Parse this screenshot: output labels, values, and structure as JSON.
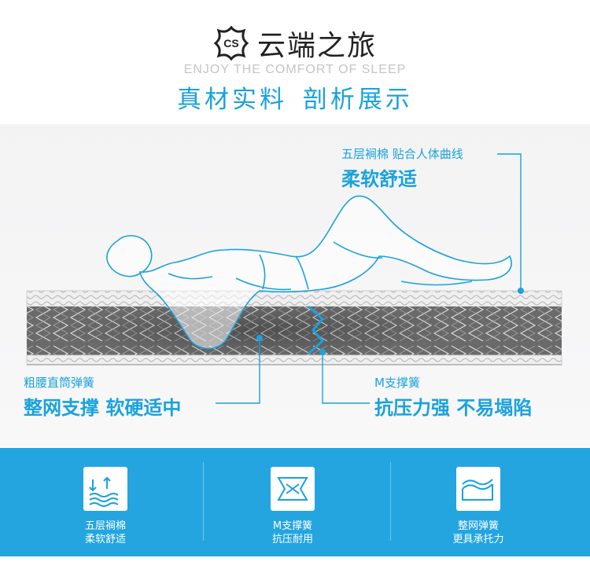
{
  "header": {
    "brand_name": "云端之旅",
    "brand_subtitle": "ENJOY THE COMFORT OF SLEEP",
    "headline": "真材实料 剖析展示",
    "logo_letters": "CS"
  },
  "callouts": {
    "top_right": {
      "small": "五层裥棉 贴合人体曲线",
      "big": "柔软舒适"
    },
    "bottom_left": {
      "small": "粗腰直筒弹簧",
      "big": "整网支撑 软硬适中"
    },
    "bottom_right": {
      "small": "M支撑簧",
      "big": "抗压力强 不易塌陷"
    }
  },
  "features": [
    {
      "icon": "layers-arrow-icon",
      "line1": "五层裥棉",
      "line2": "柔软舒适"
    },
    {
      "icon": "m-spring-icon",
      "line1": "M支撑簧",
      "line2": "抗压耐用"
    },
    {
      "icon": "mattress-wave-icon",
      "line1": "整网弹簧",
      "line2": "更具承托力"
    }
  ],
  "colors": {
    "accent": "#1aa2dc",
    "band": "#24a5e0"
  }
}
